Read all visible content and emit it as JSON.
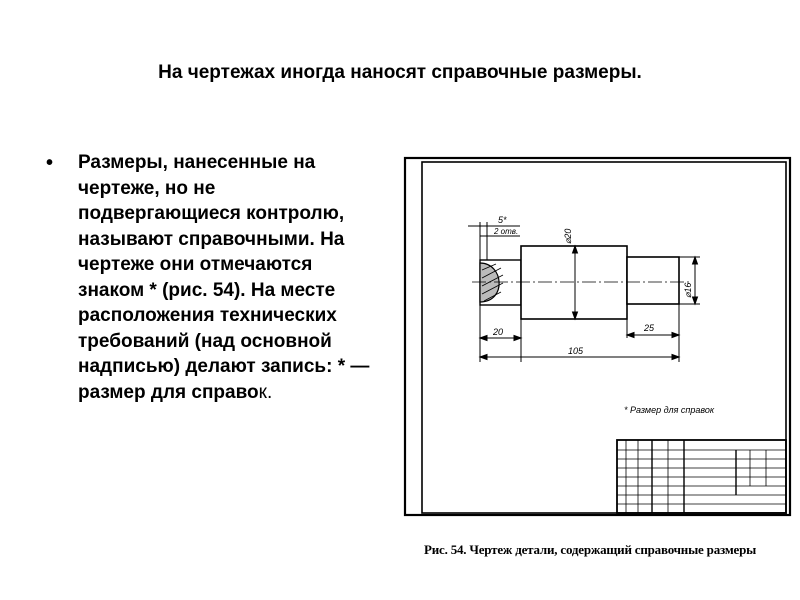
{
  "slide": {
    "title": "На чертежах иногда наносят справочные размеры.",
    "bullet": {
      "text_main": "Размеры, нанесенные на чертеже, но не подвергающиеся контролю, называют справочными. На чертеже они отмечаются знаком * (рис. 54). На месте расположения технических требований (над основной надписью) делают запись: * — размер для справо",
      "text_end": "к."
    },
    "figure": {
      "labels": {
        "chamfer": "5*",
        "holes": "2 отв.",
        "d20": "⌀20",
        "d16": "⌀16",
        "len20": "20",
        "len25": "25",
        "len105": "105",
        "note": "* Размер для справок"
      },
      "caption": "Рис. 54. Чертеж детали, содержащий справочные размеры"
    }
  }
}
